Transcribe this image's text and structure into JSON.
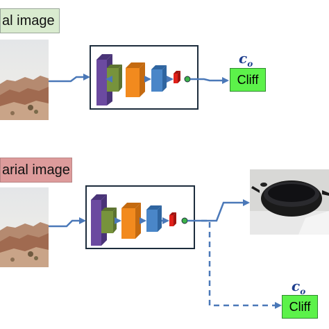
{
  "top_row": {
    "tag_label": "al image",
    "output_label": "Cliff",
    "output_symbol": "c",
    "output_subscript": "o"
  },
  "bottom_row": {
    "tag_label": "arial image",
    "output_label": "Cliff",
    "output_symbol": "c",
    "output_subscript": "o"
  },
  "colors": {
    "arrow": "#4a78b8",
    "cnn_purple": "#6b4aa0",
    "cnn_green": "#77933c",
    "cnn_orange": "#f28a1e",
    "cnn_blue": "#4a86c8",
    "cnn_red": "#e0201a",
    "output_node": "#3db34a",
    "cliff_box": "#5cf24a",
    "tag_top": "#d9ebcf",
    "tag_bottom": "#dd9b9b"
  }
}
